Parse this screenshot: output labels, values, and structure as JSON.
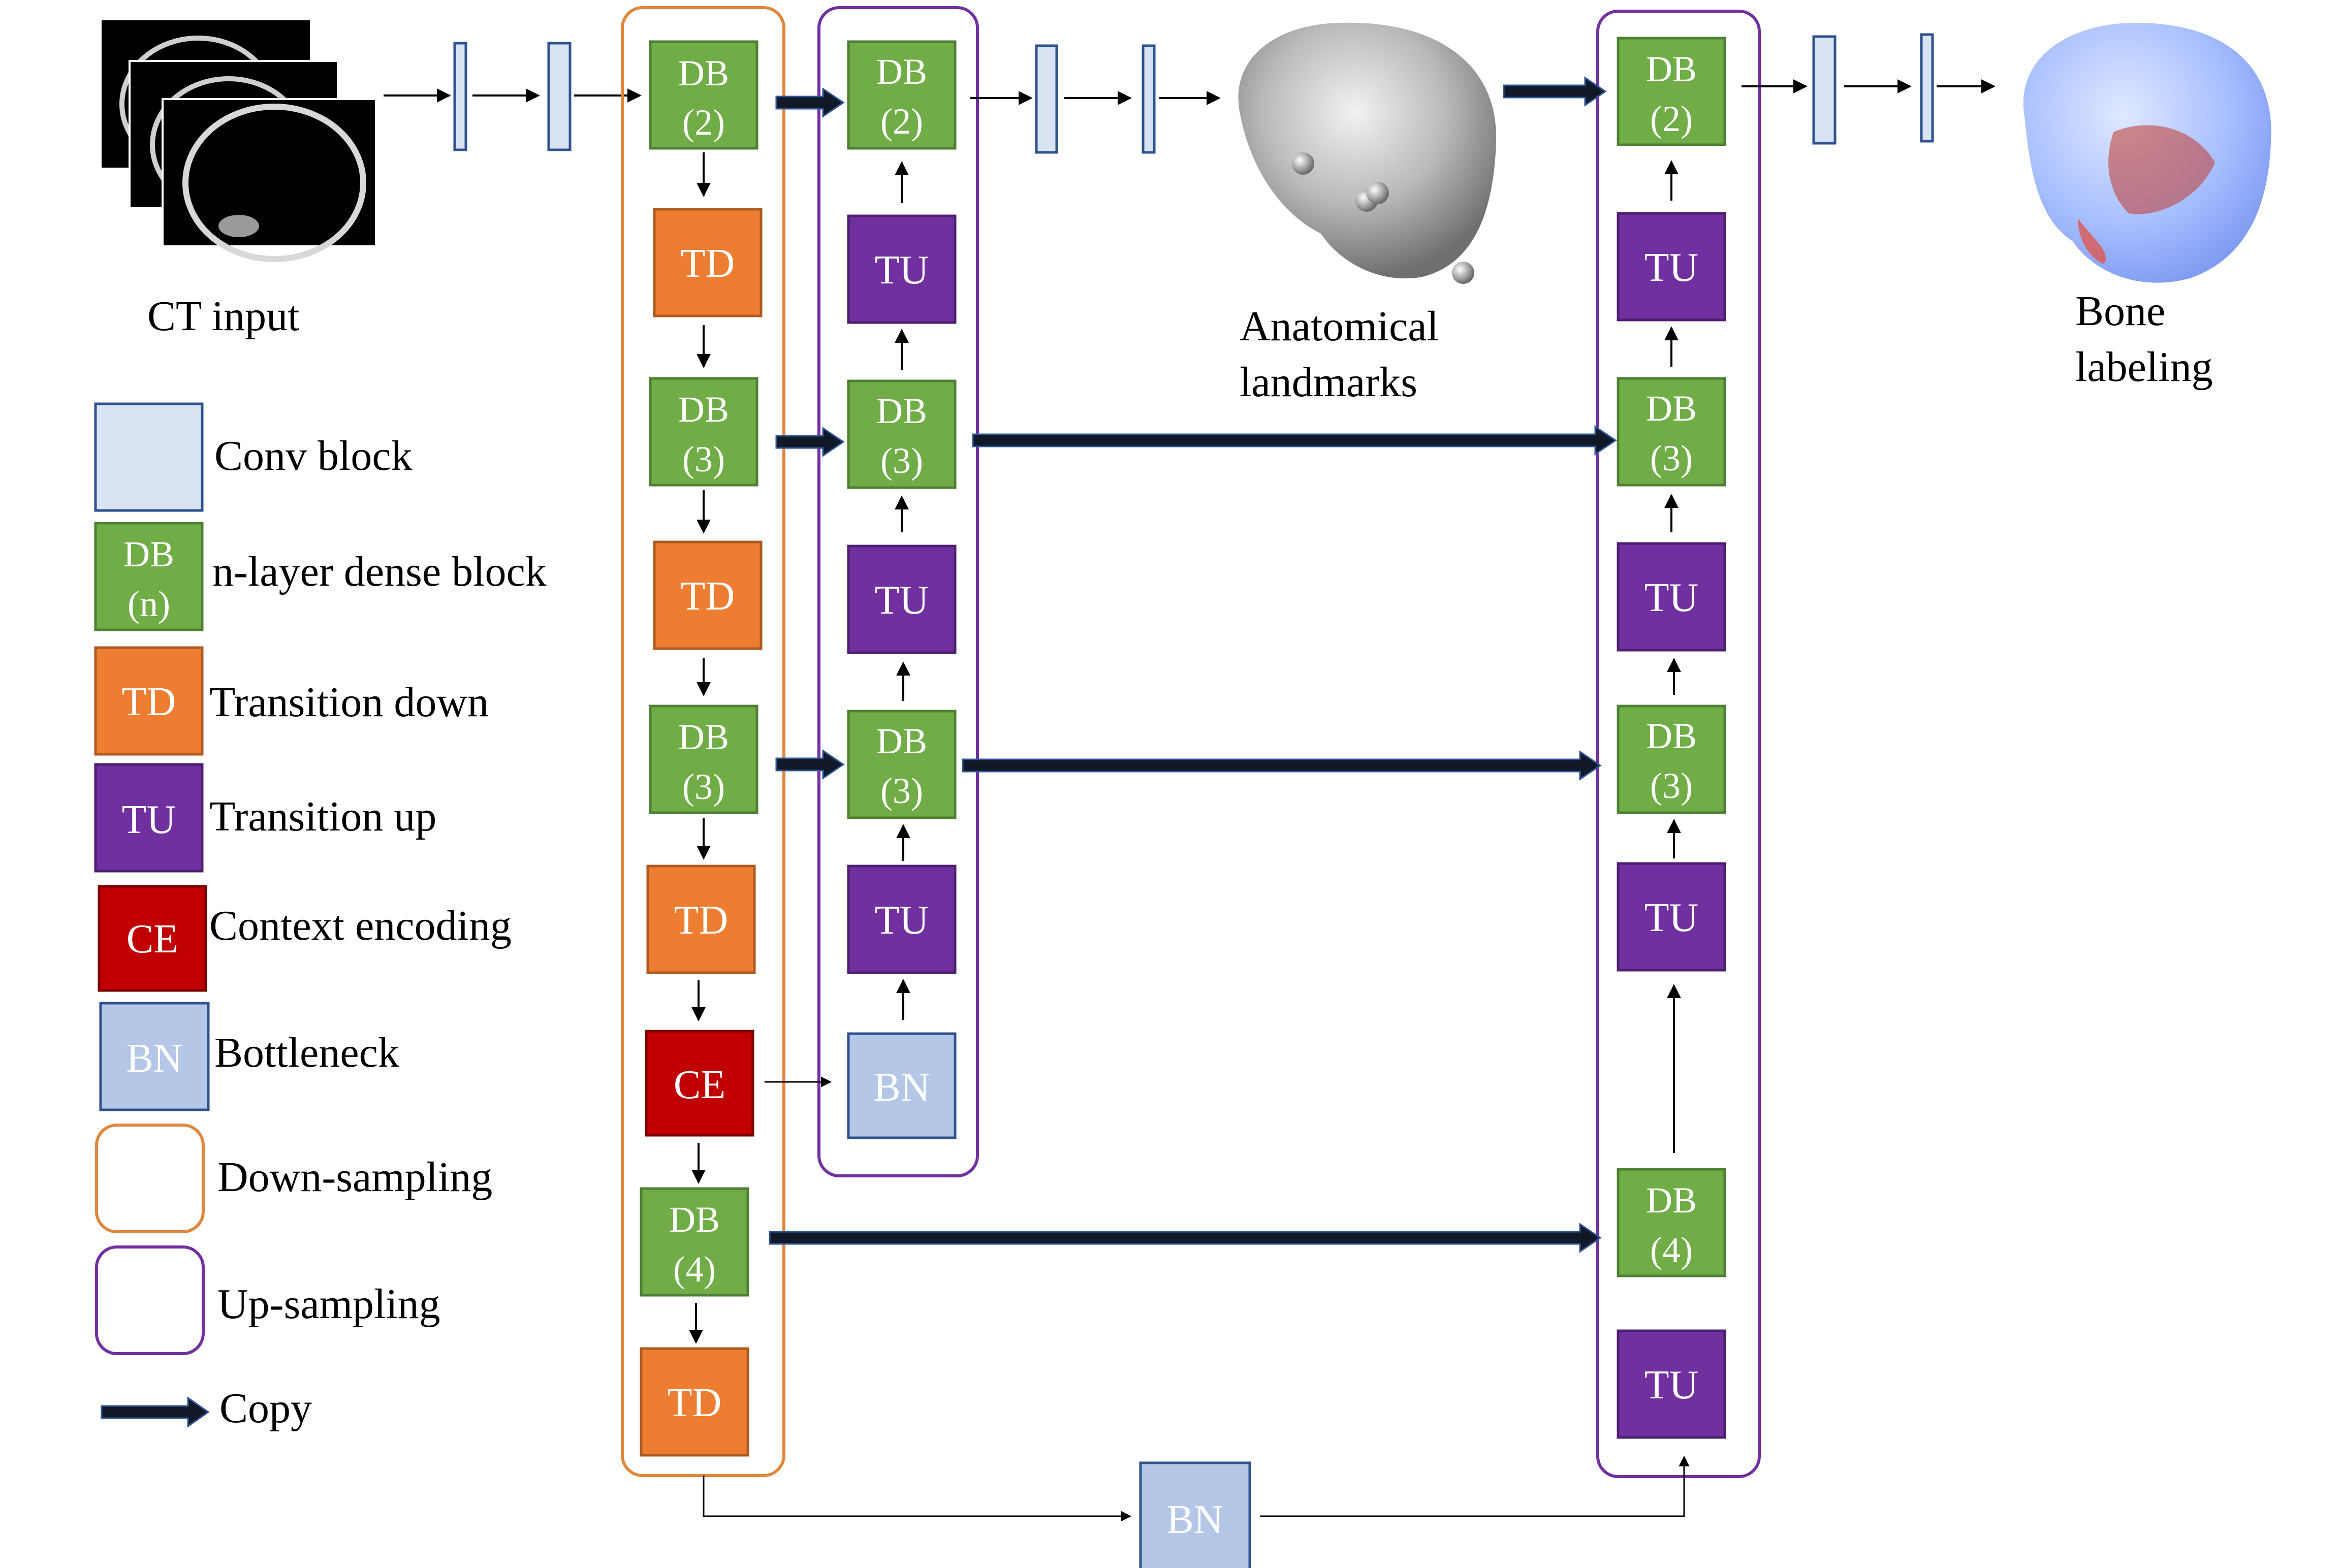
{
  "labels": {
    "ct_input": "CT input",
    "landmarks_line1": "Anatomical",
    "landmarks_line2": "landmarks",
    "bone_line1": "Bone",
    "bone_line2": "labeling"
  },
  "legend": {
    "conv": "Conv block",
    "db": "n-layer dense block",
    "db_icon_line1": "DB",
    "db_icon_line2": "(n)",
    "td": "Transition down",
    "td_icon": "TD",
    "tu": "Transition up",
    "tu_icon": "TU",
    "ce": "Context encoding",
    "ce_icon": "CE",
    "bn": "Bottleneck",
    "bn_icon": "BN",
    "down": "Down-sampling",
    "up": "Up-sampling",
    "copy": "Copy"
  },
  "blocks": {
    "db": "DB",
    "db2": "(2)",
    "db3": "(3)",
    "db4": "(4)",
    "td": "TD",
    "tu": "TU",
    "ce": "CE",
    "bn": "BN"
  },
  "colors": {
    "conv": "#dae3f3",
    "conv_border": "#2f528f",
    "db": "#70ad47",
    "db_border": "#4e7f32",
    "td": "#ed7d31",
    "td_border": "#ae5a21",
    "tu": "#7030a0",
    "tu_border": "#4d1f70",
    "ce": "#c00000",
    "ce_border": "#7a0000",
    "bn": "#b4c7e7",
    "bn_border": "#2f528f",
    "down_frame": "#e0873c",
    "up_frame": "#7030a0",
    "copy_arrow": "#111827",
    "copy_edge": "#2f5597"
  }
}
